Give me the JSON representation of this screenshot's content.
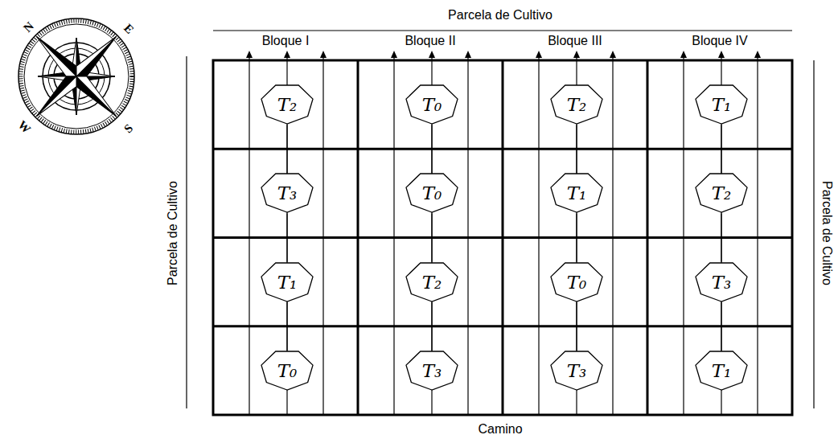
{
  "diagram": {
    "nodes": [
      {
        "text": [
          "Bloque I"
        ]
      },
      {
        "text": [
          "T₂"
        ],
        "in": 0
      },
      {
        "text": [
          "T₃"
        ],
        "in": 0
      },
      {
        "text": [
          "T₁"
        ],
        "in": 0
      },
      {
        "text": [
          "T₀"
        ],
        "in": 0
      },
      {
        "text": [
          "Bloque II"
        ]
      },
      {
        "text": [
          "T₀"
        ],
        "in": 5
      },
      {
        "text": [
          "T₀"
        ],
        "in": 5
      },
      {
        "text": [
          "T₂"
        ],
        "in": 5
      },
      {
        "text": [
          "T₃"
        ],
        "in": 5
      },
      {
        "text": [
          "Bloque III"
        ]
      },
      {
        "text": [
          "T₂"
        ],
        "in": 10
      },
      {
        "text": [
          "T₁"
        ],
        "in": 10
      },
      {
        "text": [
          "T₀"
        ],
        "in": 10
      },
      {
        "text": [
          "T₃"
        ],
        "in": 10
      },
      {
        "text": [
          "Bloque IV"
        ]
      },
      {
        "text": [
          "T₁"
        ],
        "in": 15
      },
      {
        "text": [
          "T₂"
        ],
        "in": 15
      },
      {
        "text": [
          "T₃"
        ],
        "in": 15
      },
      {
        "text": [
          "T₁"
        ],
        "in": 15
      }
    ],
    "edges": [
      {
        "from": 1,
        "to": 2,
        "arrow": "none"
      },
      {
        "from": 2,
        "to": 3,
        "arrow": "none"
      },
      {
        "from": 3,
        "to": 4,
        "arrow": "none"
      },
      {
        "from": 6,
        "to": 7,
        "arrow": "none"
      },
      {
        "from": 7,
        "to": 8,
        "arrow": "none"
      },
      {
        "from": 8,
        "to": 9,
        "arrow": "none"
      },
      {
        "from": 11,
        "to": 12,
        "arrow": "none"
      },
      {
        "from": 12,
        "to": 13,
        "arrow": "none"
      },
      {
        "from": 13,
        "to": 14,
        "arrow": "none"
      },
      {
        "from": 16,
        "to": 17,
        "arrow": "none"
      },
      {
        "from": 17,
        "to": 18,
        "arrow": "none"
      },
      {
        "from": 18,
        "to": 19,
        "arrow": "none"
      }
    ],
    "labels": [
      "Parcela de Cultivo",
      "Parcela de Cultivo",
      "Parcela de Cultivo",
      "Camino",
      "N",
      "E",
      "W",
      "S"
    ]
  }
}
